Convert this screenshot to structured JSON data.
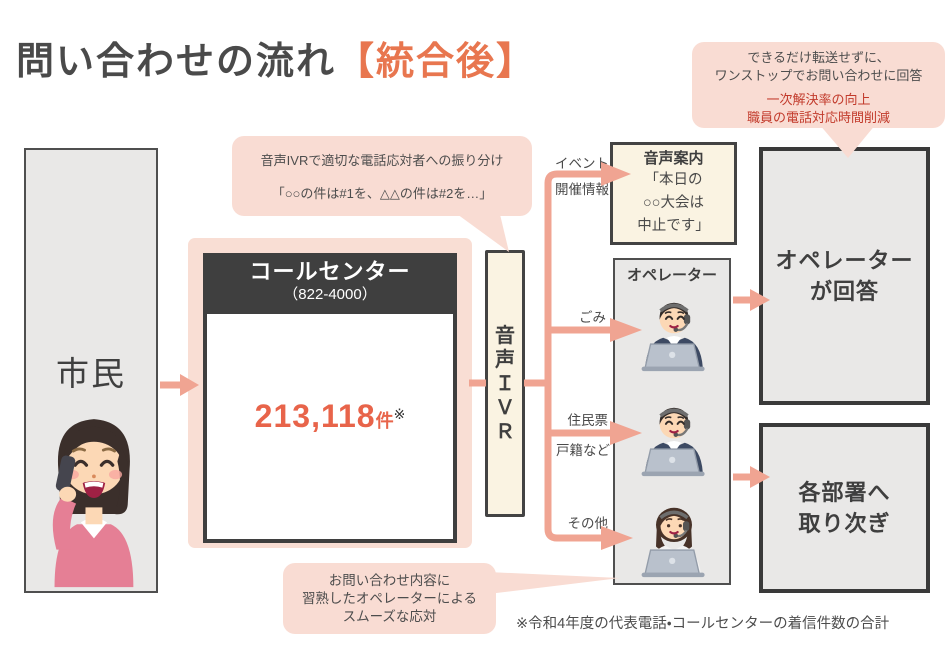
{
  "title": {
    "main": "問い合わせの流れ",
    "highlight": "【統合後】"
  },
  "benefit_bubble": {
    "line1": "できるだけ転送せずに、",
    "line2": "ワンストップでお問い合わせに回答",
    "line3": "一次解決率の向上",
    "line4": "職員の電話対応時間削減"
  },
  "ivr_bubble": {
    "line1": "音声IVRで適切な電話応対者への振り分け",
    "line2": "「○○の件は#1を、△△の件は#2を…」"
  },
  "citizen": {
    "label": "市民"
  },
  "call_center": {
    "name": "コールセンター",
    "phone": "（822-4000）",
    "count": "213,118",
    "unit": "件",
    "note_mark": "※"
  },
  "ivr": {
    "chars": [
      "音",
      "声",
      "Ｉ",
      "Ｖ",
      "Ｒ"
    ]
  },
  "branches": {
    "event_line1": "イベント",
    "event_line2": "開催情報",
    "garbage": "ごみ",
    "resident_line1": "住民票",
    "resident_line2": "戸籍など",
    "other": "その他"
  },
  "voice_guidance": {
    "title": "音声案内",
    "line1": "「本日の",
    "line2": "○○大会は",
    "line3": "中止です」"
  },
  "operators": {
    "title": "オペレーター"
  },
  "answer_box": {
    "line1": "オペレーター",
    "line2": "が回答"
  },
  "transfer_box": {
    "line1": "各部署へ",
    "line2": "取り次ぎ"
  },
  "skill_bubble": {
    "line1": "お問い合わせ内容に",
    "line2": "習熟したオペレーターによる",
    "line3": "スムーズな応対"
  },
  "footnote": "※令和4年度の代表電話・コールセンターの着信件数の合計",
  "colors": {
    "accent_orange": "#E8764F",
    "count_red": "#E8644A",
    "deep_red": "#C23A2B",
    "arrow_salmon": "#F0A492",
    "bubble_pink": "#F9DCD3",
    "panel_gray": "#E9E8E7",
    "dark_box": "#3F3F3F",
    "cream_box": "#FAF3E2"
  }
}
